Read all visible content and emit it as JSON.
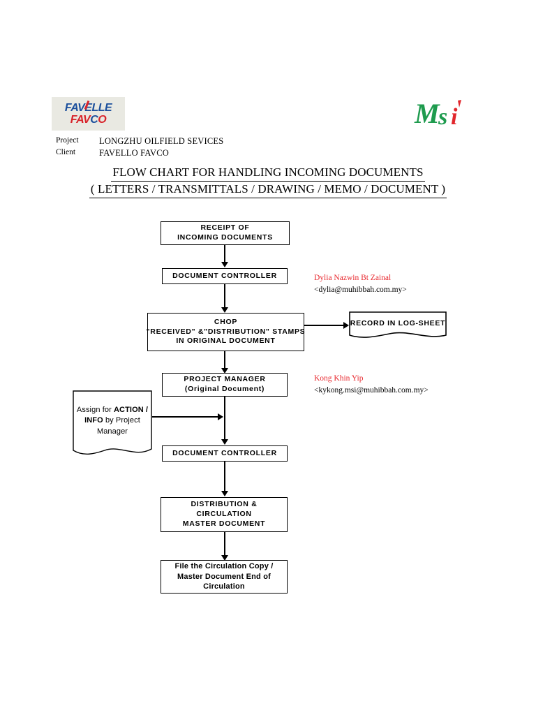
{
  "header": {
    "favelle_logo": {
      "name": "favelle-favco-logo",
      "line1_a": "FA",
      "line1_b": "VELLE",
      "line2_a": "FAV",
      "line2_b": "C",
      "line2_c": "O",
      "blue": "#1b4f9c",
      "red": "#d8232a"
    },
    "msi_logo": {
      "name": "msi-logo",
      "text": "Msi",
      "green": "#1e9b4e",
      "red": "#e1262c"
    },
    "project_label": "Project",
    "project_value": "LONGZHU OILFIELD SEVICES",
    "client_label": "Client",
    "client_value": "FAVELLO FAVCO",
    "title_line1": "FLOW CHART FOR HANDLING INCOMING DOCUMENTS",
    "title_line2": "( LETTERS / TRANSMITTALS / DRAWING / MEMO / DOCUMENT )"
  },
  "flowchart": {
    "type": "flowchart",
    "nodes": [
      {
        "id": "receipt",
        "shape": "rectangle",
        "lines": [
          "RECEIPT OF",
          "INCOMING DOCUMENTS"
        ]
      },
      {
        "id": "doc-controller-1",
        "shape": "rectangle",
        "lines": [
          "DOCUMENT CONTROLLER"
        ]
      },
      {
        "id": "chop",
        "shape": "rectangle",
        "lines": [
          "CHOP",
          "\"RECEIVED\" &\"DISTRIBUTION\" STAMPS",
          "IN ORIGINAL DOCUMENT"
        ]
      },
      {
        "id": "record-log",
        "shape": "document",
        "lines": [
          "RECORD IN",
          "LOG-SHEET"
        ]
      },
      {
        "id": "project-manager",
        "shape": "rectangle",
        "lines": [
          "PROJECT MANAGER",
          "(Original Document)"
        ]
      },
      {
        "id": "assign",
        "shape": "document",
        "lines": [
          "Assign for",
          "ACTION /",
          "INFO",
          "by Project",
          "Manager"
        ]
      },
      {
        "id": "doc-controller-2",
        "shape": "rectangle",
        "lines": [
          "DOCUMENT CONTROLLER"
        ]
      },
      {
        "id": "distribution",
        "shape": "rectangle",
        "lines": [
          "DISTRIBUTION &",
          "CIRCULATION",
          "MASTER DOCUMENT"
        ]
      },
      {
        "id": "file-circulation",
        "shape": "rectangle",
        "lines": [
          "File the Circulation Copy /",
          "Master Document End of",
          "Circulation"
        ]
      }
    ],
    "annotations": [
      {
        "id": "annot-dylia",
        "name": "Dylia Nazwin Bt Zainal",
        "email": "<dylia@muhibbah.com.my>",
        "name_color": "#e8292f"
      },
      {
        "id": "annot-kong",
        "name": "Kong Khin Yip",
        "email": "<kykong.msi@muhibbah.com.my>",
        "name_color": "#e8292f"
      }
    ]
  }
}
